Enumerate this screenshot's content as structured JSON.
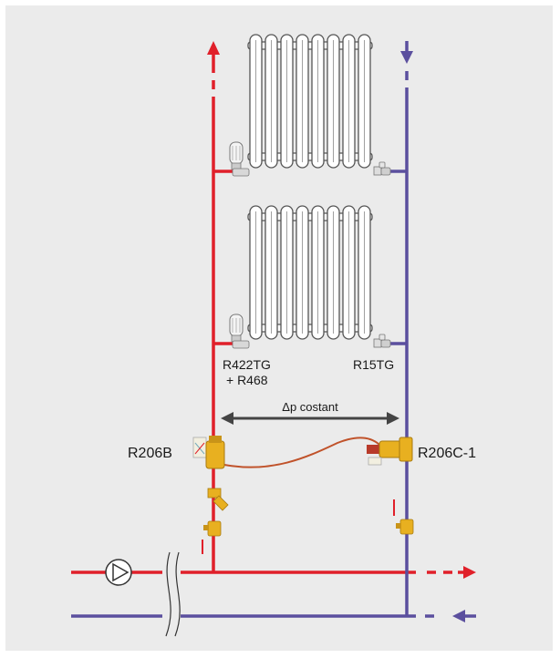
{
  "labels": {
    "valve_supply": "R422TG",
    "valve_supply_extra": "+ R468",
    "valve_return": "R15TG",
    "delta_p": "Δp costant",
    "regulator_supply": "R206B",
    "regulator_return": "R206C-1"
  },
  "colors": {
    "supply": "#e0202a",
    "return": "#5b4f9e",
    "delta_arrow": "#444444",
    "capillary": "#c0522a",
    "valve_body": "#e8b020",
    "radiator_stroke": "#555555",
    "background": "#ebebeb"
  },
  "icons": {
    "pump": "pump-icon",
    "radiator": "radiator-icon",
    "thermostatic_head": "thermostatic-head-icon",
    "lockshield": "lockshield-valve-icon",
    "strainer": "strainer-icon",
    "ball_valve": "ball-valve-icon"
  }
}
